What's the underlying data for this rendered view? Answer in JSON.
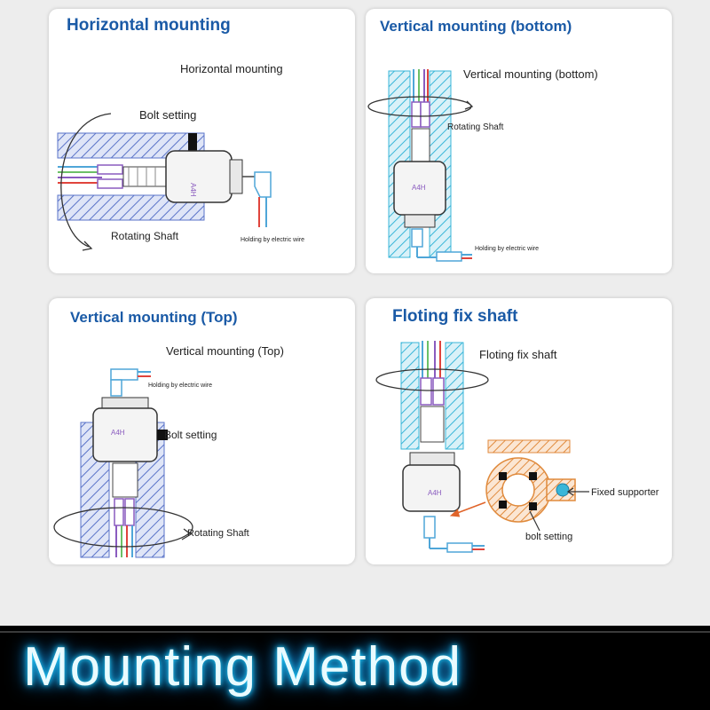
{
  "panels": [
    {
      "title": "Horizontal mounting",
      "caption": "Horizontal mounting",
      "labels": {
        "bolt": "Bolt setting",
        "rotating": "Rotating Shaft",
        "holding": "Holding by electric wire"
      }
    },
    {
      "title": "Vertical mounting (bottom)",
      "caption": "Vertical mounting (bottom)",
      "labels": {
        "rotating": "Rotating Shaft",
        "holding": "Holding by electric wire"
      }
    },
    {
      "title": "Vertical mounting (Top)",
      "caption": "Vertical mounting (Top)",
      "labels": {
        "holding": "Holding by electric wire",
        "bolt": "Bolt setting",
        "rotating": "Rotating Shaft"
      }
    },
    {
      "title": "Floting fix shaft",
      "caption": "Floting fix shaft",
      "labels": {
        "fixed": "Fixed supporter",
        "bolt": "bolt setting"
      }
    }
  ],
  "body_mark": "A4H",
  "banner": {
    "text": "Mounting Method"
  },
  "colors": {
    "title": "#1a5aa6",
    "hatch_blue": "#5a73c8",
    "hatch_cyan": "#39b6d8",
    "hatch_orange": "#e08a3c",
    "wire_red": "#e0443c",
    "wire_blue": "#4fa6d8",
    "wire_green": "#6cc067",
    "wire_purple": "#8a5bbf",
    "arrow": "#e0642a",
    "banner_glow": "#1fb8ff"
  }
}
